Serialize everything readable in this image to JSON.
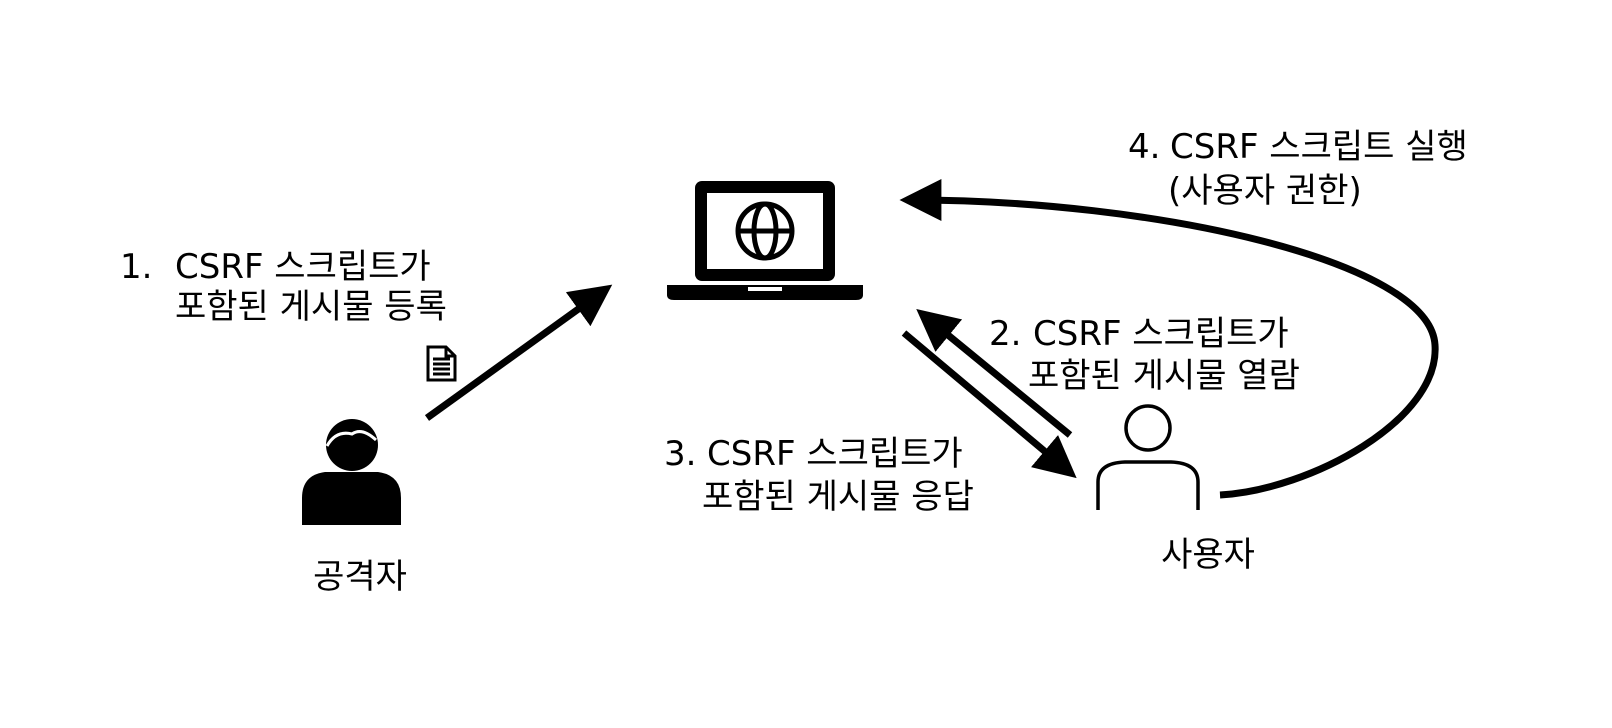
{
  "actors": {
    "attacker": {
      "label": "공격자",
      "icon": "person-filled-icon"
    },
    "user": {
      "label": "사용자",
      "icon": "person-outline-icon"
    },
    "server": {
      "icon": "laptop-globe-icon"
    }
  },
  "document_icon": "document-icon",
  "steps": [
    {
      "number": "1.",
      "line1": "CSRF 스크립트가",
      "line2": "포함된 게시물 등록"
    },
    {
      "number": "2.",
      "line1": "CSRF 스크립트가",
      "line2": "포함된 게시물 열람"
    },
    {
      "number": "3.",
      "line1": "CSRF 스크립트가",
      "line2": "포함된 게시물 응답"
    },
    {
      "number": "4.",
      "line1": "CSRF 스크립트 실행",
      "line2": "(사용자 권한)"
    }
  ],
  "colors": {
    "ink": "#000000",
    "background": "#ffffff"
  }
}
